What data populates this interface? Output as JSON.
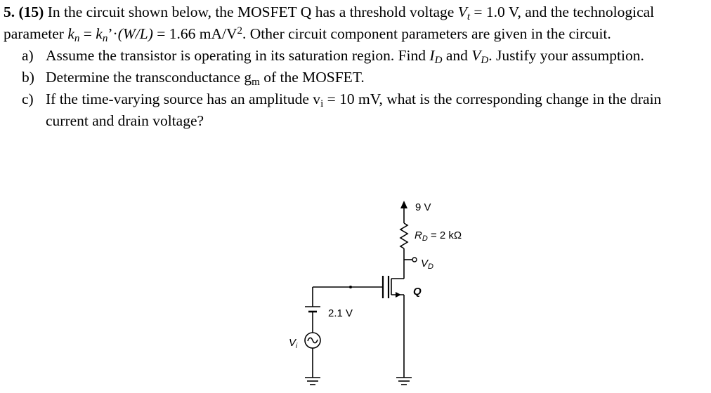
{
  "problem": {
    "number": "5.",
    "points": "(15)",
    "intro_a": "In the circuit shown below, the MOSFET Q has a threshold voltage",
    "vt_symbol": "V",
    "vt_sub": "t",
    "vt_value": "= 1.0 V, and the technological parameter",
    "kn_symbol": "k",
    "kn_sub": "n",
    "eq1": "=",
    "knp_sub": "n",
    "knp_prime": "’·",
    "wl": "(W/L)",
    "kn_value": "= 1.66 mA/V",
    "kn_exp": "2",
    "intro_b": ". Other circuit component parameters are given in the circuit.",
    "parts": [
      {
        "label": "a)",
        "t1": "Assume the transistor is operating in its saturation region. Find",
        "id_sub": "D",
        "t2": "and",
        "vd_sub": "D",
        "t3": ". Justify your assumption."
      },
      {
        "label": "b)",
        "t1": "Determine the transconductance g",
        "gm_sub": "m",
        "t2": "of the MOSFET."
      },
      {
        "label": "c)",
        "t1": "If the time-varying source has an amplitude v",
        "vi_sub": "i",
        "t2": "= 10 mV, what is the corresponding change in the drain current and drain voltage?"
      }
    ]
  },
  "circuit": {
    "supply_label": "9 V",
    "rd_symbol": "R",
    "rd_sub": "D",
    "rd_value": " = 2 kΩ",
    "vd_symbol": "V",
    "vd_sub": "D",
    "transistor_label": "Q",
    "bias_label": "2.1 V",
    "source_symbol": "V",
    "source_sub": "i"
  }
}
